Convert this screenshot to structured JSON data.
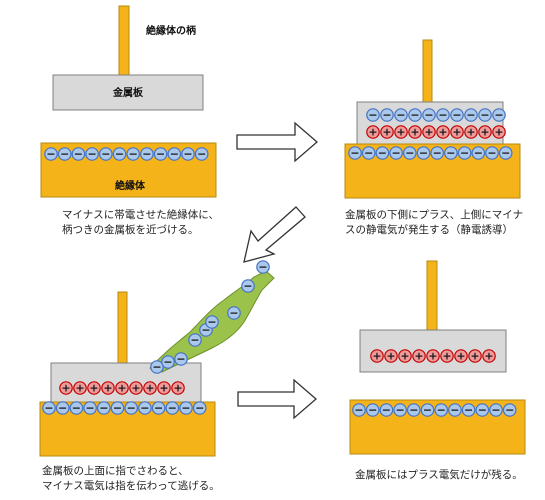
{
  "colors": {
    "insulator_fill": "#F5B31A",
    "insulator_stroke": "#B58A10",
    "plate_fill": "#D9D9D9",
    "plate_stroke": "#808080",
    "neg_fill": "#A9C8EC",
    "neg_stroke": "#4472C4",
    "pos_fill": "#F19A9A",
    "pos_stroke": "#C00000",
    "hand_fill": "#9BC24A",
    "hand_stroke": "#6E8F2E",
    "arrow_fill": "#FFFFFF",
    "arrow_stroke": "#333333"
  },
  "labels": {
    "handle": "絶縁体の柄",
    "metal_plate": "金属板",
    "insulator": "絶縁体",
    "neg_sign": "−",
    "pos_sign": "+"
  },
  "captions": {
    "step1": [
      "マイナスに帯電させた絶縁体に、",
      "柄つきの金属板を近づける。"
    ],
    "step2": [
      "金属板の下側にプラス、上側にマイナ",
      "スの静電気が発生する（静電誘導）"
    ],
    "step3": [
      "金属板の上面に指でさわると、",
      "マイナス電気は指を伝わって逃げる。"
    ],
    "step4": [
      "金属板にはプラス電気だけが残る。"
    ]
  }
}
